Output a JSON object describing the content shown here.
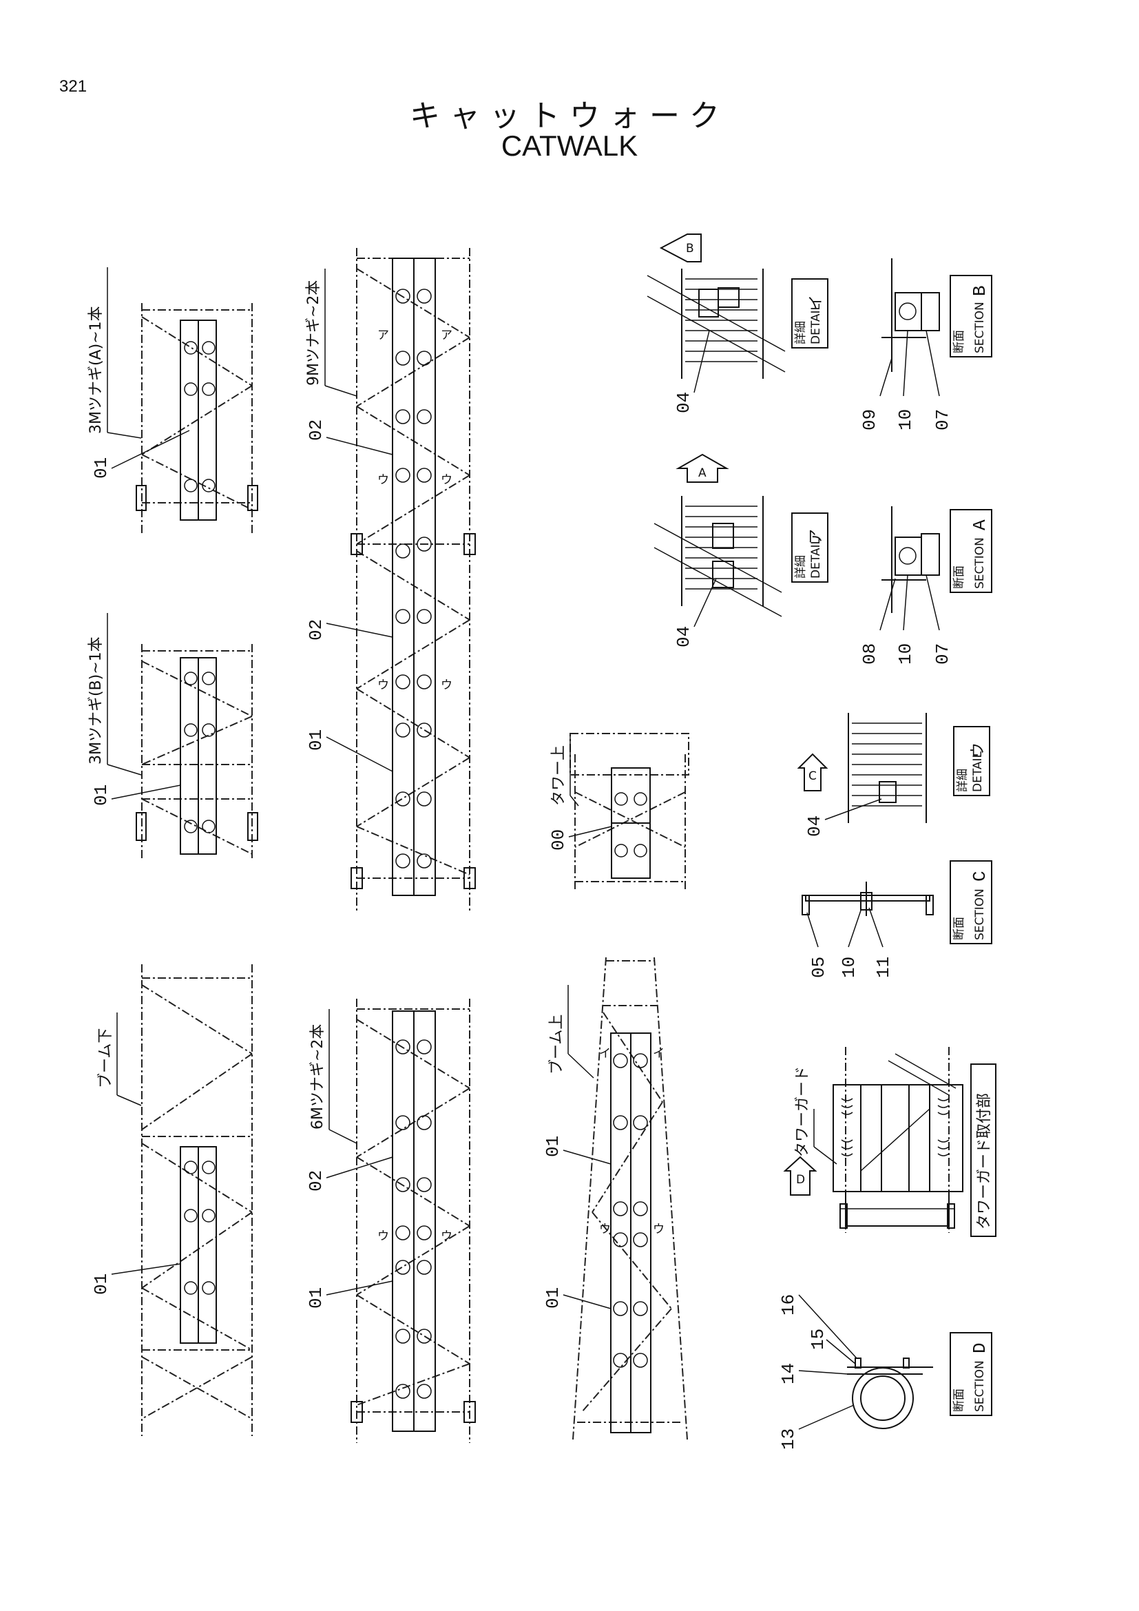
{
  "page": {
    "number": "321",
    "title_jp": "キャットウォーク",
    "title_en": "CATWALK"
  },
  "labels": {
    "j3a": "3Mツナギ(A)~1本",
    "j3b": "3Mツナギ(B)~1本",
    "j9": "9Mツナギ~2本",
    "j6": "6Mツナギ~2本",
    "boom_lower": "ブーム下",
    "boom_upper": "ブーム上",
    "tower_upper": "タワー上",
    "tower_guard": "タワーガード",
    "tower_guard_mount": "タワーガード取付部"
  },
  "parts": {
    "p00": "00",
    "p01": "01",
    "p02": "02",
    "p04": "04",
    "p05": "05",
    "p07": "07",
    "p08": "08",
    "p09": "09",
    "p10": "10",
    "p11": "11",
    "p13": "13",
    "p14": "14",
    "p15": "15",
    "p16": "16"
  },
  "markers": {
    "a": "A",
    "b": "B",
    "c": "C",
    "d": "D",
    "ka_a": "ア",
    "ka_i": "イ",
    "ka_u": "ウ"
  },
  "tags": {
    "detail_jp": "詳細",
    "detail_en": "DETAIL",
    "section_jp": "断面",
    "section_en": "SECTION"
  }
}
